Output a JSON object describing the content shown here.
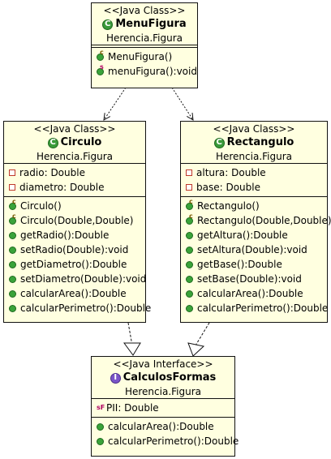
{
  "menu_figura": {
    "stereotype": "<<Java Class>>",
    "name": "MenuFigura",
    "package": "Herencia.Figura",
    "methods": [
      "MenuFigura()",
      "menuFigura():void"
    ]
  },
  "circulo": {
    "stereotype": "<<Java Class>>",
    "name": "Circulo",
    "package": "Herencia.Figura",
    "fields": [
      "radio: Double",
      "diametro: Double"
    ],
    "methods": [
      "Circulo()",
      "Circulo(Double,Double)",
      "getRadio():Double",
      "setRadio(Double):void",
      "getDiametro():Double",
      "setDiametro(Double):void",
      "calcularArea():Double",
      "calcularPerimetro():Double"
    ]
  },
  "rectangulo": {
    "stereotype": "<<Java Class>>",
    "name": "Rectangulo",
    "package": "Herencia.Figura",
    "fields": [
      "altura: Double",
      "base: Double"
    ],
    "methods": [
      "Rectangulo()",
      "Rectangulo(Double,Double)",
      "getAltura():Double",
      "setAltura(Double):void",
      "getBase():Double",
      "setBase(Double):void",
      "calcularArea():Double",
      "calcularPerimetro():Double"
    ]
  },
  "calculos_formas": {
    "stereotype": "<<Java Interface>>",
    "name": "CalculosFormas",
    "package": "Herencia.Figura",
    "fields": [
      "PII: Double"
    ],
    "methods": [
      "calcularArea():Double",
      "calcularPerimetro():Double"
    ]
  },
  "icons": {
    "class": "class-icon",
    "interface": "interface-icon",
    "method": "public-method-icon",
    "constructor": "constructor-icon",
    "static": "static-method-icon",
    "field": "private-field-icon",
    "constant": "static-final-field-icon"
  },
  "colors": {
    "box_fill": "#ffffe0",
    "class_icon": "#3a9a3a",
    "interface_icon": "#7a55c8"
  }
}
